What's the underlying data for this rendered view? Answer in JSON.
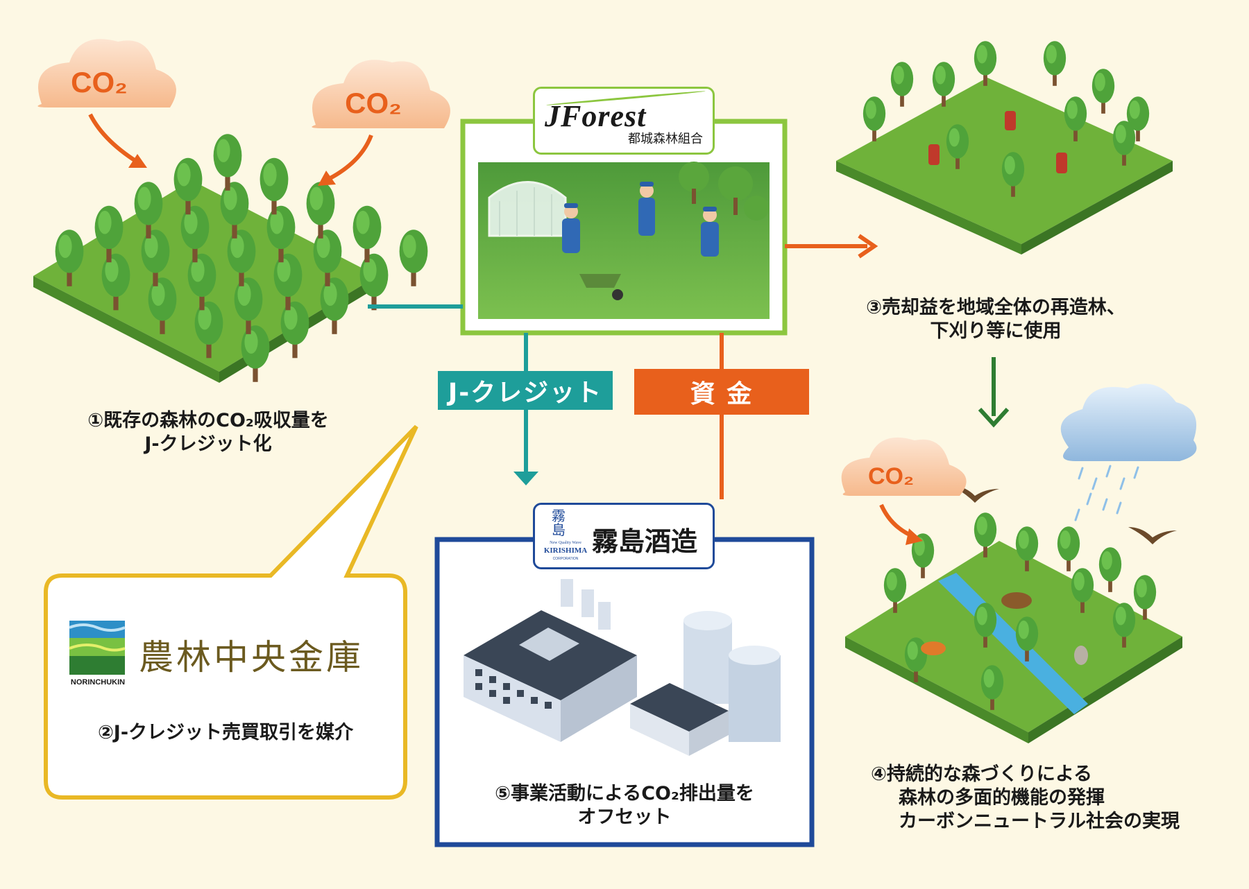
{
  "co2_label": "CO₂",
  "jforest": {
    "logo_text": "JForest",
    "org_name": "都城森林組合"
  },
  "labels": {
    "credit": "J-クレジット",
    "funds": "資 金"
  },
  "kirishima": {
    "emblem_kanji": "霧島",
    "sub_small": "New Quality Wave",
    "brand_en": "KIRISHIMA",
    "corp_small": "CORPORATION",
    "name": "霧島酒造"
  },
  "norinchukin": {
    "logo_en": "NORINCHUKIN",
    "name": "農林中央金庫"
  },
  "captions": {
    "step1": [
      "①既存の森林のCO₂吸収量を",
      "J-クレジット化"
    ],
    "step2": "②J-クレジット売買取引を媒介",
    "step3": [
      "③売却益を地域全体の再造林、",
      "下刈り等に使用"
    ],
    "step4": [
      "④持続的な森づくりによる",
      "森林の多面的機能の発揮",
      "カーボンニュートラル社会の実現"
    ],
    "step5": [
      "⑤事業活動によるCO₂排出量を",
      "オフセット"
    ]
  },
  "colors": {
    "background": "#fdf8e4",
    "orange": "#e8601c",
    "teal": "#1e9e9a",
    "lime": "#8cc63f",
    "navy": "#1f4a99",
    "gold": "#e9b825",
    "dark_green": "#2e7d32"
  }
}
